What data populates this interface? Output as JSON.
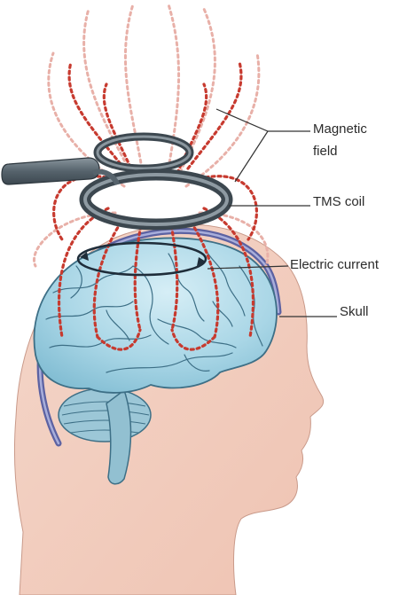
{
  "labels": {
    "magnetic_field_line1": "Magnetic",
    "magnetic_field_line2": "field",
    "tms_coil": "TMS coil",
    "electric_current": "Electric current",
    "skull": "Skull"
  },
  "colors": {
    "head_skin": "#f2cfc1",
    "brain_fill": "#a9d6e6",
    "brain_outline": "#3d6f86",
    "skull_band": "#7f87c0",
    "field_lines": "#c73a2f",
    "field_lines_faint": "#e8b0a8",
    "coil": "#5d6b75",
    "leader_lines": "#333333"
  },
  "icons": {
    "coil_handle": "tms-handle-icon"
  }
}
